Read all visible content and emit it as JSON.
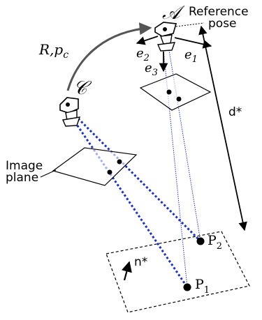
{
  "labels": {
    "camera_a": "𝒜",
    "camera_c": "𝒞",
    "reference_line1": "Reference",
    "reference_line2": "pose",
    "transform": "R,p",
    "transform_sub": "c",
    "e1_main": "e",
    "e1_sub": "1",
    "e2_main": "e",
    "e2_sub": "2",
    "e3_main": "e",
    "e3_sub": "3",
    "distance": "d*",
    "image_plane_line1": "Image",
    "image_plane_line2": "plane",
    "normal": "n*",
    "p1_main": "P",
    "p1_sub": "1",
    "p2_main": "P",
    "p2_sub": "2"
  },
  "colors": {
    "ray": "#1a2fd0",
    "ink": "#000000",
    "arc": "#555555"
  }
}
